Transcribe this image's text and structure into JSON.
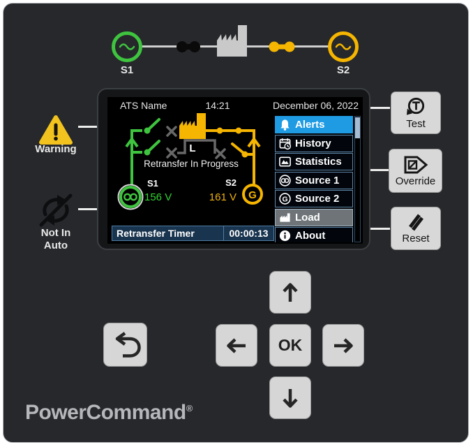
{
  "top_diagram": {
    "s1_label": "S1",
    "s2_label": "S2"
  },
  "indicators": {
    "warning_label": "Warning",
    "not_in_auto_line1": "Not In",
    "not_in_auto_line2": "Auto"
  },
  "screen": {
    "header": {
      "name": "ATS Name",
      "time": "14:21",
      "date": "December 06, 2022"
    },
    "mimic": {
      "status_text": "Retransfer In Progress",
      "load_label": "L",
      "s1_label": "S1",
      "s1_voltage": "156 V",
      "s2_label": "S2",
      "s2_voltage": "161 V",
      "generator_letter": "G"
    },
    "menu": {
      "items": [
        {
          "label": "Alerts",
          "icon": "bell-icon",
          "state": "selected"
        },
        {
          "label": "History",
          "icon": "history-calendar-icon",
          "state": "normal"
        },
        {
          "label": "Statistics",
          "icon": "statistics-chart-icon",
          "state": "normal"
        },
        {
          "label": "Source 1",
          "icon": "utility-source-icon",
          "state": "normal"
        },
        {
          "label": "Source 2",
          "icon": "generator-source-icon",
          "state": "normal"
        },
        {
          "label": "Load",
          "icon": "factory-load-icon",
          "state": "highlighted-gray"
        },
        {
          "label": "About",
          "icon": "info-icon",
          "state": "normal"
        }
      ]
    },
    "status_bar": {
      "label": "Retransfer Timer",
      "value": "00:00:13"
    }
  },
  "action_buttons": [
    {
      "label": "Test",
      "icon": "test-cycle-icon"
    },
    {
      "label": "Override",
      "icon": "override-icon"
    },
    {
      "label": "Reset",
      "icon": "reset-slashes-icon"
    }
  ],
  "keypad": {
    "ok_label": "OK"
  },
  "brand": {
    "name": "PowerCommand",
    "mark": "®"
  },
  "colors": {
    "panel_bg": "#26282b",
    "source1_green": "#3fc43f",
    "source2_amber": "#f5b500",
    "alert_selected_blue": "#1f9be4",
    "menu_border_blue": "#5d88ad",
    "status_bar_blue": "#18344e",
    "warning_yellow": "#f2c21e",
    "button_gray": "#d8d8d8"
  }
}
